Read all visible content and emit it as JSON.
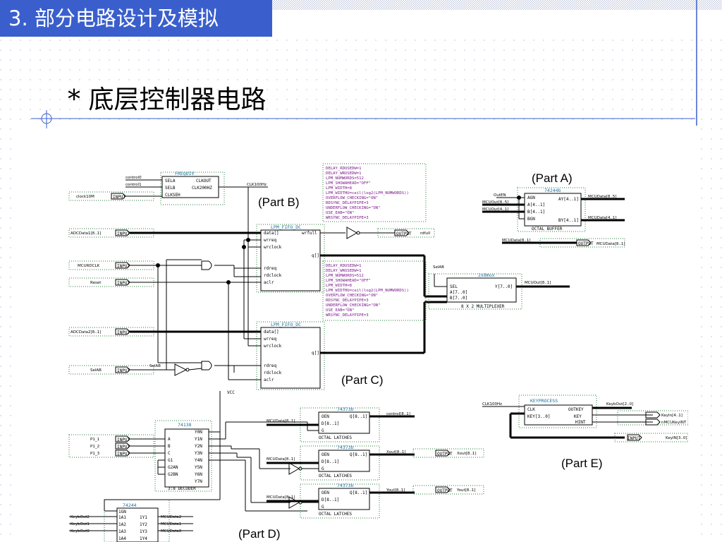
{
  "slide": {
    "title": "3. 部分电路设计及模拟",
    "subtitle": "* 底层控制器电路",
    "title_bg": "#3a5fcd"
  },
  "parts": {
    "a": "(Part A)",
    "b": "(Part B)",
    "c": "(Part C)",
    "d": "(Part D)",
    "e": "(Part E)"
  },
  "blocks": {
    "freqdiv": {
      "name": "FREQDIV",
      "ports": [
        "SELA",
        "SELB",
        "CLKSEH",
        "CLKOUT",
        "CLK200HZ"
      ]
    },
    "fifo1": {
      "name": "LPM_FIFO_DC",
      "ports": [
        "data[]",
        "wrreq",
        "wrclock",
        "rdreq",
        "rdclock",
        "aclr",
        "wrfull",
        "q[]"
      ]
    },
    "fifo2": {
      "name": "LPM_FIFO_DC",
      "ports": [
        "data[]",
        "wrreq",
        "wrclock",
        "rdreq",
        "rdclock",
        "aclr",
        "q[]"
      ]
    },
    "buf74244b": {
      "name": "74244b",
      "ports": [
        "AGN",
        "A[4..1]",
        "B[4..1]",
        "BGN",
        "AY[4..1]",
        "BY[4..1]"
      ],
      "footer": "OCTAL BUFFER"
    },
    "mux": {
      "name": "2x8mux",
      "ports": [
        "SEL",
        "A[7..0]",
        "B[7..0]",
        "Y[7..0]"
      ],
      "footer": "8 X 2 MULTIPLEXER"
    },
    "dec74138": {
      "name": "74138",
      "ports": [
        "A",
        "B",
        "C",
        "G1",
        "G2AN",
        "G2BN",
        "Y0N",
        "Y1N",
        "Y2N",
        "Y3N",
        "Y4N",
        "Y5N",
        "Y6N",
        "Y7N"
      ],
      "footer": "3:8 DECODER"
    },
    "latch": {
      "name": "74373b",
      "ports": [
        "OEN",
        "D[8..1]",
        "G",
        "Q[8..1]"
      ],
      "footer": "OCTAL LATCHES"
    },
    "buf74244": {
      "name": "74244",
      "ports": [
        "1GN",
        "1A1",
        "1A2",
        "1A3",
        "1A4",
        "1Y1",
        "1Y2",
        "1Y3",
        "1Y4"
      ]
    },
    "keyproc": {
      "name": "KEYPROCESS",
      "ports": [
        "CLK",
        "KEY[3..0]",
        "OUTKEY",
        "KEY",
        "HINT"
      ]
    }
  },
  "signals": {
    "control0": "control0",
    "control1": "control1",
    "clock10M": "clock10M",
    "clk100hz": "CLK100Hz",
    "adcdata1": "ADCData1[8..1]",
    "adcdata2": "ADCData2[8..1]",
    "mcurdclk": "MCURDCLK",
    "reset": "Reset",
    "selab": "SelAB",
    "rdfull": "rdfull",
    "outen": "OutEN",
    "mcuout_a": "MCUOut[8..5]",
    "mcuout_b": "MCUOut[4..1]",
    "mcudata_a": "MCUData[8..5]",
    "mcudata_b": "MCUData[4..1]",
    "mcuout_mux": "MCUOut[8..1]",
    "mcudata_in": "MCUData[8..1]",
    "mcudata_out": "MCUData[8..1]",
    "p1": "P1_1",
    "p2": "P1_2",
    "p3": "P1_3",
    "control_q": "control[8..1]",
    "xout": "Xout[8..1]",
    "yout": "Yout[8..1]",
    "keybout": [
      "KeybOut2",
      "KeybOut1",
      "KeybOut0"
    ],
    "mcudata_k": [
      "MCUData2",
      "MCUData1",
      "MCUData0"
    ],
    "keybout_bus": "KeybOut[2..0]",
    "keyin": "KeyIn[4..1]",
    "nmcukeyint": "nMCUKeyINT",
    "keyin_bus": "KeyIN[3..0]",
    "input_tag": "INPUT",
    "output_tag": "OUTPUT",
    "vcc_tag": "VCC"
  },
  "params": [
    "DELAY_RDUSEDW=1",
    "DELAY_WRUSEDW=1",
    "LPM_NUMWORDS=512",
    "LPM_SHOWAHEAD=\"OFF\"",
    "LPM_WIDTH=8",
    "LPM_WIDTHU=ceil(log2(LPM_NUMWORDS))",
    "OVERFLOW_CHECKING=\"ON\"",
    "RDSYNC_DELAYPIPE=3",
    "UNDERFLOW_CHECKING=\"ON\"",
    "USE_EAB=\"ON\"",
    "WRSYNC_DELAYPIPE=3"
  ],
  "colors": {
    "line": "#000000",
    "dotted": "#2a7a3a",
    "blocktitle": "#1a6fa0",
    "param": "#7a1a8a"
  }
}
